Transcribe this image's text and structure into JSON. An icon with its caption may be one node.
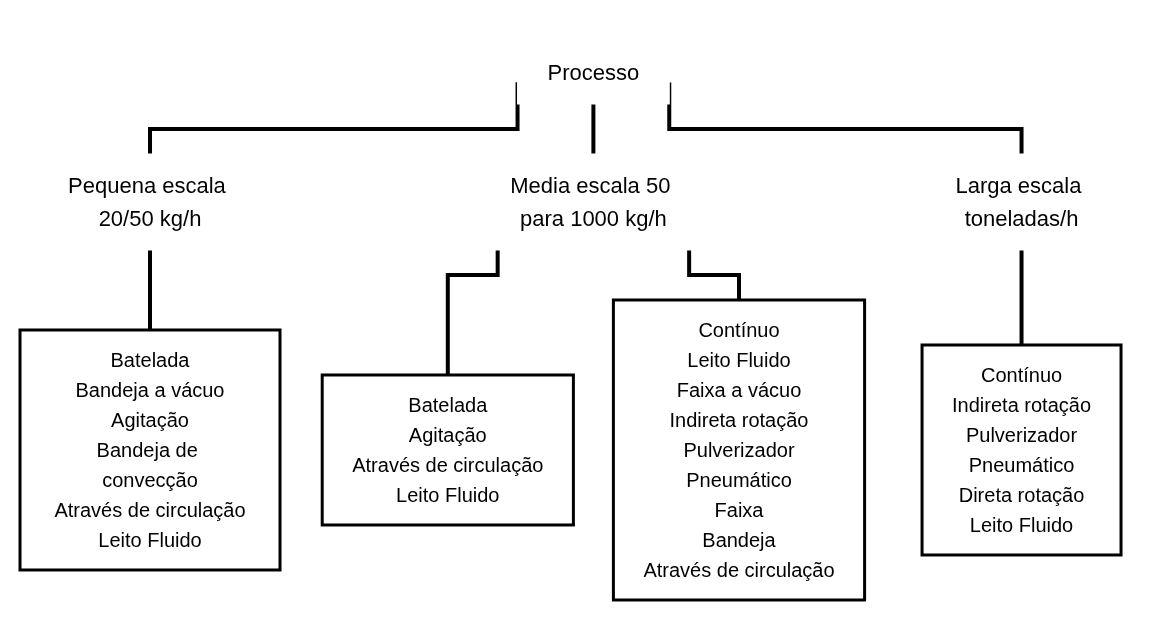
{
  "diagram": {
    "nodes": [
      {
        "text": [
          "Processo"
        ]
      },
      {
        "text": [
          "Pequena escala 20/50 kg/h"
        ]
      },
      {
        "text": [
          "Media escala 50 para 1000 kg/h"
        ]
      },
      {
        "text": [
          "Larga escala toneladas/h"
        ]
      },
      {
        "text": [
          "Batelada",
          "Bandeja a vácuo",
          "Agitação",
          "Bandeja de convecção",
          "Através de circulação",
          "Leito Fluido"
        ]
      },
      {
        "text": [
          "Batelada",
          "Agitação",
          "Através de circulação",
          "Leito Fluido"
        ]
      },
      {
        "text": [
          "Contínuo",
          "Leito Fluido",
          "Faixa a vácuo",
          "Indireta rotação",
          "Pulverizador",
          "Pneumático",
          "Faixa",
          "Bandeja",
          "Através de circulação"
        ]
      },
      {
        "text": [
          "Contínuo",
          "Indireta rotação",
          "Pulverizador",
          "Pneumático",
          "Direta rotação",
          "Leito Fluido"
        ]
      }
    ],
    "edges": [
      {
        "from": 0,
        "to": 1,
        "arrow": "none"
      },
      {
        "from": 0,
        "to": 2,
        "arrow": "none"
      },
      {
        "from": 0,
        "to": 3,
        "arrow": "none"
      },
      {
        "from": 1,
        "to": 4,
        "arrow": "none"
      },
      {
        "from": 2,
        "to": 5,
        "arrow": "none"
      },
      {
        "from": 2,
        "to": 6,
        "arrow": "none"
      },
      {
        "from": 3,
        "to": 7,
        "arrow": "none"
      }
    ]
  }
}
